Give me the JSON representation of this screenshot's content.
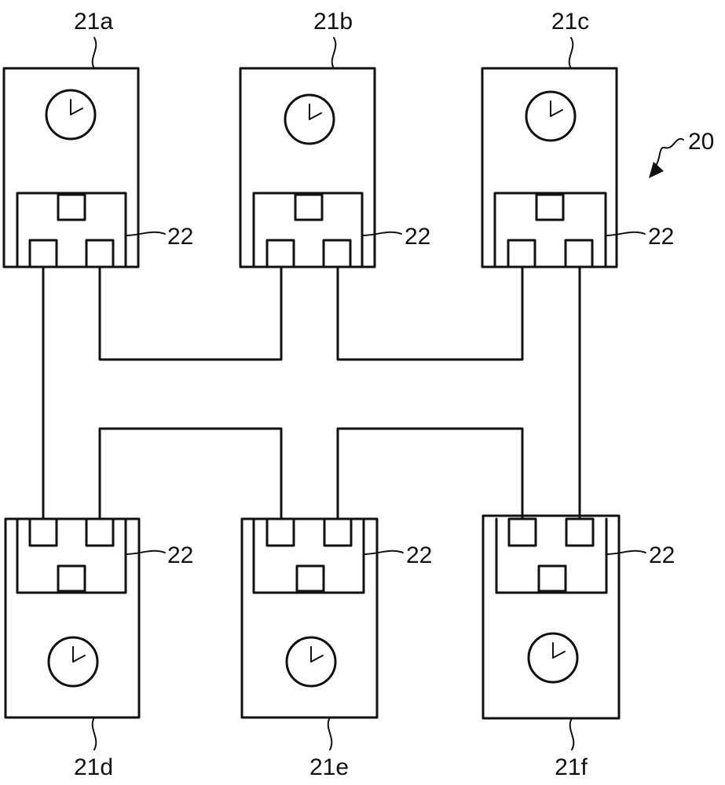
{
  "figure": {
    "reference_label": "20",
    "port_assembly_label": "22"
  },
  "nodes": [
    {
      "id": "21a",
      "label": "21a",
      "row": "top",
      "col": 0
    },
    {
      "id": "21b",
      "label": "21b",
      "row": "top",
      "col": 1
    },
    {
      "id": "21c",
      "label": "21c",
      "row": "top",
      "col": 2
    },
    {
      "id": "21d",
      "label": "21d",
      "row": "bottom",
      "col": 0
    },
    {
      "id": "21e",
      "label": "21e",
      "row": "bottom",
      "col": 1
    },
    {
      "id": "21f",
      "label": "21f",
      "row": "bottom",
      "col": 2
    }
  ],
  "connections": [
    {
      "from": "21a",
      "to": "21d"
    },
    {
      "from": "21a",
      "to": "21b"
    },
    {
      "from": "21b",
      "to": "21c"
    },
    {
      "from": "21c",
      "to": "21f"
    },
    {
      "from": "21d",
      "to": "21e"
    },
    {
      "from": "21e",
      "to": "21f"
    }
  ]
}
